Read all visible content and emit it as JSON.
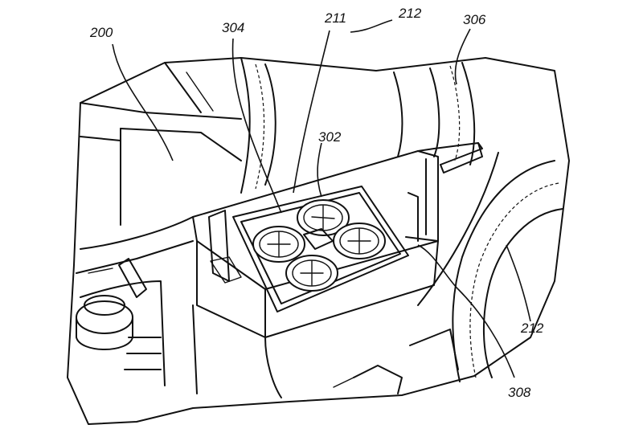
{
  "figure": {
    "labels": {
      "seat_area": "200",
      "drone_module": "302",
      "armrest": "304",
      "console": "211",
      "seat_top": "212",
      "seat_right": "212",
      "lid_hinge": "306",
      "compartment": "308"
    }
  }
}
